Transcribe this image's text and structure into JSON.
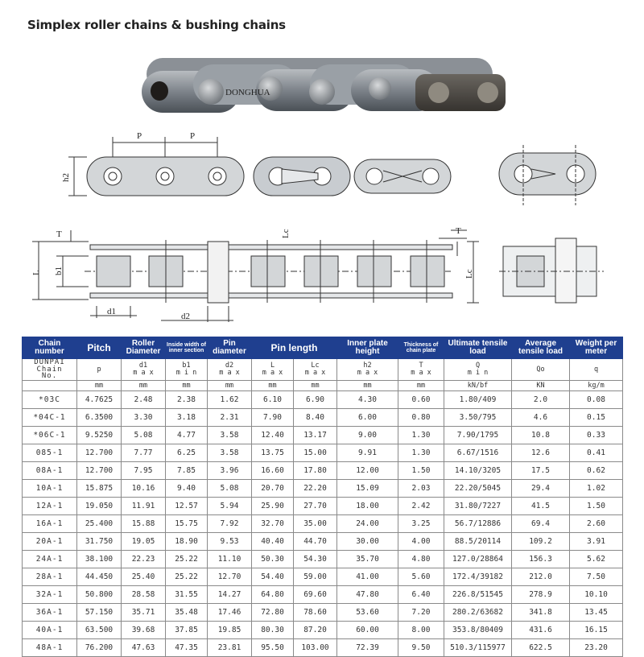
{
  "title": "Simplex roller chains & bushing chains",
  "drawing_labels": {
    "pitch": "P",
    "inner_plate_height": "h2",
    "plate_thickness": "T",
    "length": "L",
    "inner_width": "b1",
    "pin_length_connecting": "Lc",
    "roller_diameter": "d1",
    "pin_diameter": "d2",
    "plate_brand": "DONGHUA"
  },
  "table": {
    "headers": [
      "Chain number",
      "Pitch",
      "Roller Diameter",
      "Inside width of inner section",
      "Pin diameter",
      "Pin length",
      "Inner plate height",
      "Thickness of chain plate",
      "Ultimate tensile load",
      "Average tensile load",
      "Weight per meter"
    ],
    "symbol_row": {
      "chain_label_1": "DUNPAI",
      "chain_label_2": "Chain",
      "chain_label_3": "No.",
      "p": "p",
      "d1": [
        "d1",
        "m a x"
      ],
      "b1": [
        "b1",
        "m i n"
      ],
      "d2": [
        "d2",
        "m a x"
      ],
      "L": [
        "L",
        "m a x"
      ],
      "Lc": [
        "Lc",
        "m a x"
      ],
      "h2": [
        "h2",
        "m a x"
      ],
      "T": [
        "T",
        "m a x"
      ],
      "Q": [
        "Q",
        "m i n"
      ],
      "Qo": "Qo",
      "q": "q"
    },
    "units": [
      "mm",
      "mm",
      "mm",
      "mm",
      "mm",
      "mm",
      "mm",
      "mm",
      "kN/bf",
      "KN",
      "kg/m"
    ],
    "rows": [
      [
        "*03C",
        "4.7625",
        "2.48",
        "2.38",
        "1.62",
        "6.10",
        "6.90",
        "4.30",
        "0.60",
        "1.80/409",
        "2.0",
        "0.08"
      ],
      [
        "*04C-1",
        "6.3500",
        "3.30",
        "3.18",
        "2.31",
        "7.90",
        "8.40",
        "6.00",
        "0.80",
        "3.50/795",
        "4.6",
        "0.15"
      ],
      [
        "*06C-1",
        "9.5250",
        "5.08",
        "4.77",
        "3.58",
        "12.40",
        "13.17",
        "9.00",
        "1.30",
        "7.90/1795",
        "10.8",
        "0.33"
      ],
      [
        "085-1",
        "12.700",
        "7.77",
        "6.25",
        "3.58",
        "13.75",
        "15.00",
        "9.91",
        "1.30",
        "6.67/1516",
        "12.6",
        "0.41"
      ],
      [
        "08A-1",
        "12.700",
        "7.95",
        "7.85",
        "3.96",
        "16.60",
        "17.80",
        "12.00",
        "1.50",
        "14.10/3205",
        "17.5",
        "0.62"
      ],
      [
        "10A-1",
        "15.875",
        "10.16",
        "9.40",
        "5.08",
        "20.70",
        "22.20",
        "15.09",
        "2.03",
        "22.20/5045",
        "29.4",
        "1.02"
      ],
      [
        "12A-1",
        "19.050",
        "11.91",
        "12.57",
        "5.94",
        "25.90",
        "27.70",
        "18.00",
        "2.42",
        "31.80/7227",
        "41.5",
        "1.50"
      ],
      [
        "16A-1",
        "25.400",
        "15.88",
        "15.75",
        "7.92",
        "32.70",
        "35.00",
        "24.00",
        "3.25",
        "56.7/12886",
        "69.4",
        "2.60"
      ],
      [
        "20A-1",
        "31.750",
        "19.05",
        "18.90",
        "9.53",
        "40.40",
        "44.70",
        "30.00",
        "4.00",
        "88.5/20114",
        "109.2",
        "3.91"
      ],
      [
        "24A-1",
        "38.100",
        "22.23",
        "25.22",
        "11.10",
        "50.30",
        "54.30",
        "35.70",
        "4.80",
        "127.0/28864",
        "156.3",
        "5.62"
      ],
      [
        "28A-1",
        "44.450",
        "25.40",
        "25.22",
        "12.70",
        "54.40",
        "59.00",
        "41.00",
        "5.60",
        "172.4/39182",
        "212.0",
        "7.50"
      ],
      [
        "32A-1",
        "50.800",
        "28.58",
        "31.55",
        "14.27",
        "64.80",
        "69.60",
        "47.80",
        "6.40",
        "226.8/51545",
        "278.9",
        "10.10"
      ],
      [
        "36A-1",
        "57.150",
        "35.71",
        "35.48",
        "17.46",
        "72.80",
        "78.60",
        "53.60",
        "7.20",
        "280.2/63682",
        "341.8",
        "13.45"
      ],
      [
        "40A-1",
        "63.500",
        "39.68",
        "37.85",
        "19.85",
        "80.30",
        "87.20",
        "60.00",
        "8.00",
        "353.8/80409",
        "431.6",
        "16.15"
      ],
      [
        "48A-1",
        "76.200",
        "47.63",
        "47.35",
        "23.81",
        "95.50",
        "103.00",
        "72.39",
        "9.50",
        "510.3/115977",
        "622.5",
        "23.20"
      ]
    ]
  }
}
